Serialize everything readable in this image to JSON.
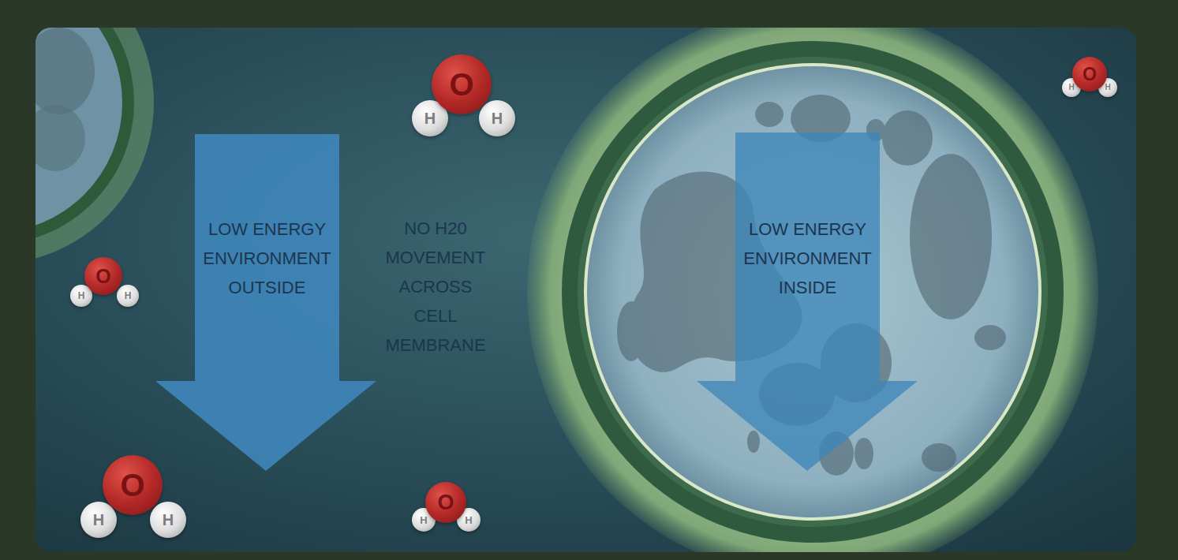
{
  "diagram": {
    "nodes": [
      {
        "text": [
          "LOW ENERGY ENVIRONMENT OUTSIDE"
        ]
      },
      {
        "text": [
          "LOW ENERGY ENVIRONMENT INSIDE"
        ]
      },
      {
        "text": [
          "H"
        ]
      },
      {
        "text": [
          "H"
        ]
      },
      {
        "text": [
          "O"
        ]
      },
      {
        "text": [
          "H"
        ]
      },
      {
        "text": [
          "H"
        ]
      },
      {
        "text": [
          "O"
        ]
      },
      {
        "text": [
          "H"
        ]
      },
      {
        "text": [
          "H"
        ]
      },
      {
        "text": [
          "O"
        ]
      },
      {
        "text": [
          "H"
        ]
      },
      {
        "text": [
          "H"
        ]
      },
      {
        "text": [
          "O"
        ]
      },
      {
        "text": [
          "H"
        ]
      },
      {
        "text": [
          "H"
        ]
      },
      {
        "text": [
          "O"
        ]
      }
    ],
    "labels": [
      "NO H20 MOVEMENT ACROSS CELL MEMBRANE"
    ]
  }
}
